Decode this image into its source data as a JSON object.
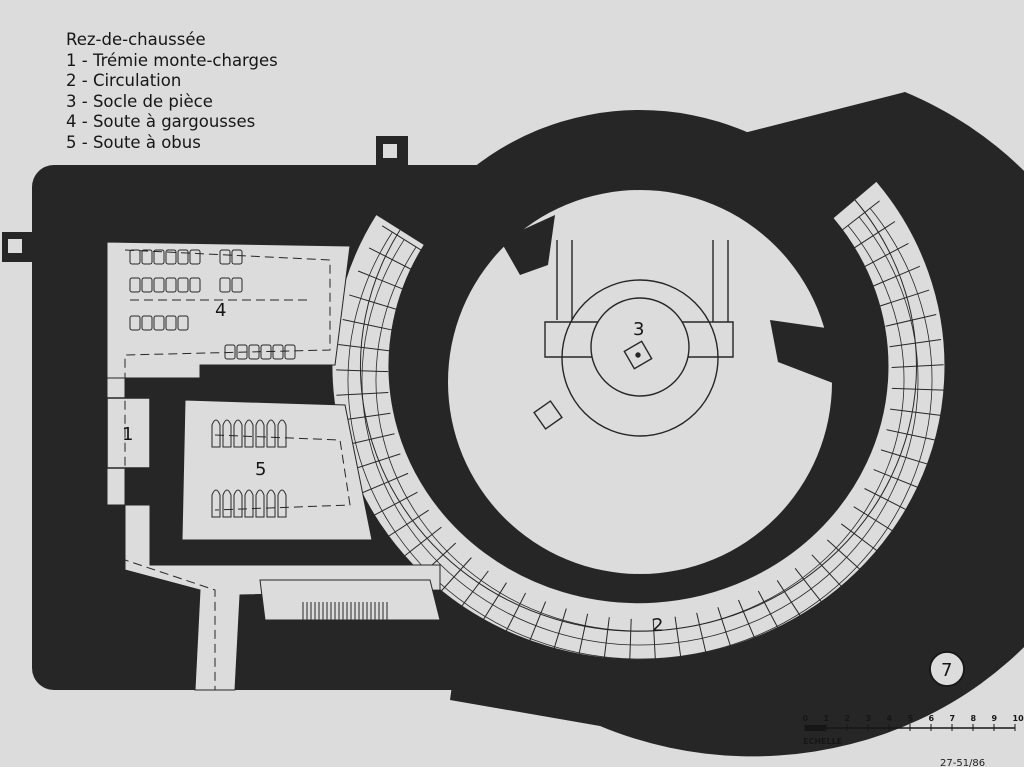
{
  "legend": {
    "title": "Rez-de-chaussée",
    "items": [
      "1 - Trémie monte-charges",
      "2 - Circulation",
      "3 - Socle de pièce",
      "4 - Soute à gargousses",
      "5 - Soute à obus"
    ]
  },
  "plan_labels": {
    "monte_charges": "1",
    "circulation": "2",
    "socle": "3",
    "gargousses": "4",
    "obus": "5"
  },
  "figure_number": "7",
  "scale": {
    "ticks": [
      "0",
      "1",
      "2",
      "3",
      "4",
      "5",
      "6",
      "7",
      "8",
      "9",
      "10"
    ],
    "caption": "ECHELLE"
  },
  "sheet_reference": "27-51/86",
  "colors": {
    "paper": "#dcdcdc",
    "wall": "#262626",
    "ink": "#161616"
  }
}
